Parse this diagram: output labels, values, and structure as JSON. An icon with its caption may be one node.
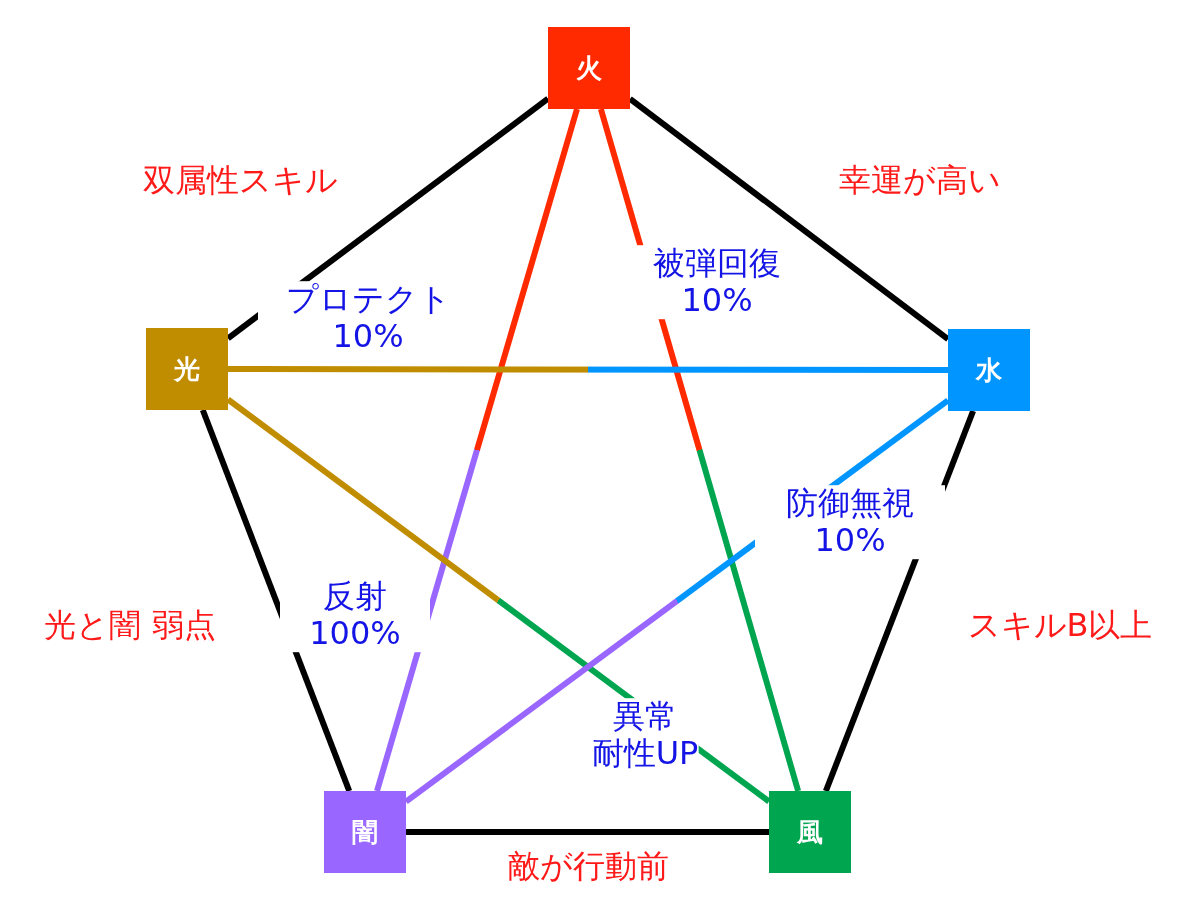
{
  "diagram": {
    "nodes": [
      {
        "text": [
          "火"
        ]
      },
      {
        "text": [
          "水"
        ]
      },
      {
        "text": [
          "風"
        ]
      },
      {
        "text": [
          "闇"
        ]
      },
      {
        "text": [
          "光"
        ]
      }
    ],
    "edges": [
      {
        "from": 0,
        "to": 1,
        "arrow": "none",
        "label": "幸運が高い"
      },
      {
        "from": 1,
        "to": 2,
        "arrow": "none",
        "label": "スキルB以上"
      },
      {
        "from": 2,
        "to": 3,
        "arrow": "none",
        "label": "敵が行動前"
      },
      {
        "from": 3,
        "to": 4,
        "arrow": "none",
        "label": "光と闇 弱点"
      },
      {
        "from": 4,
        "to": 0,
        "arrow": "none",
        "label": "双属性スキル"
      },
      {
        "from": 0,
        "to": 3,
        "arrow": "none",
        "label": "反射 100%"
      },
      {
        "from": 0,
        "to": 2,
        "arrow": "none",
        "label": "被弾回復 10%"
      },
      {
        "from": 4,
        "to": 1,
        "arrow": "none",
        "label": "プロテクト 10%"
      },
      {
        "from": 4,
        "to": 2,
        "arrow": "none",
        "label": "異常耐性UP"
      },
      {
        "from": 1,
        "to": 3,
        "arrow": "none",
        "label": "防御無視 10%"
      }
    ]
  }
}
